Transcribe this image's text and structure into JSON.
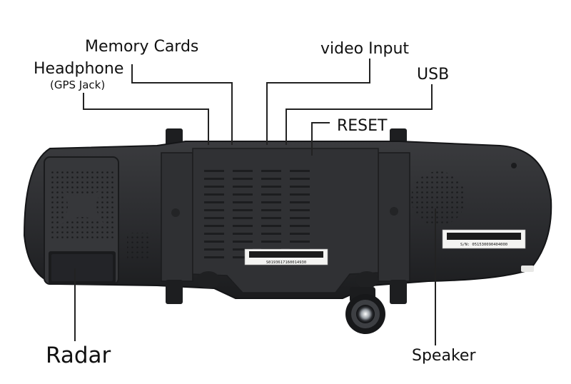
{
  "labels": {
    "memory_cards": "Memory Cards",
    "video_input": "video Input",
    "headphone": "Headphone",
    "gps_jack": "(GPS Jack)",
    "usb": "USB",
    "reset": "RESET",
    "radar": "Radar",
    "speaker": "Speaker"
  },
  "stickers": {
    "center_serial": "S0193617160014930",
    "right_serial": "S/N: 051530090404000"
  },
  "colors": {
    "body": "#2b2c2f",
    "body_edge": "#141517",
    "panel": "#36373a",
    "sticker": "#f4f4f2",
    "leader_line": "#222222"
  }
}
